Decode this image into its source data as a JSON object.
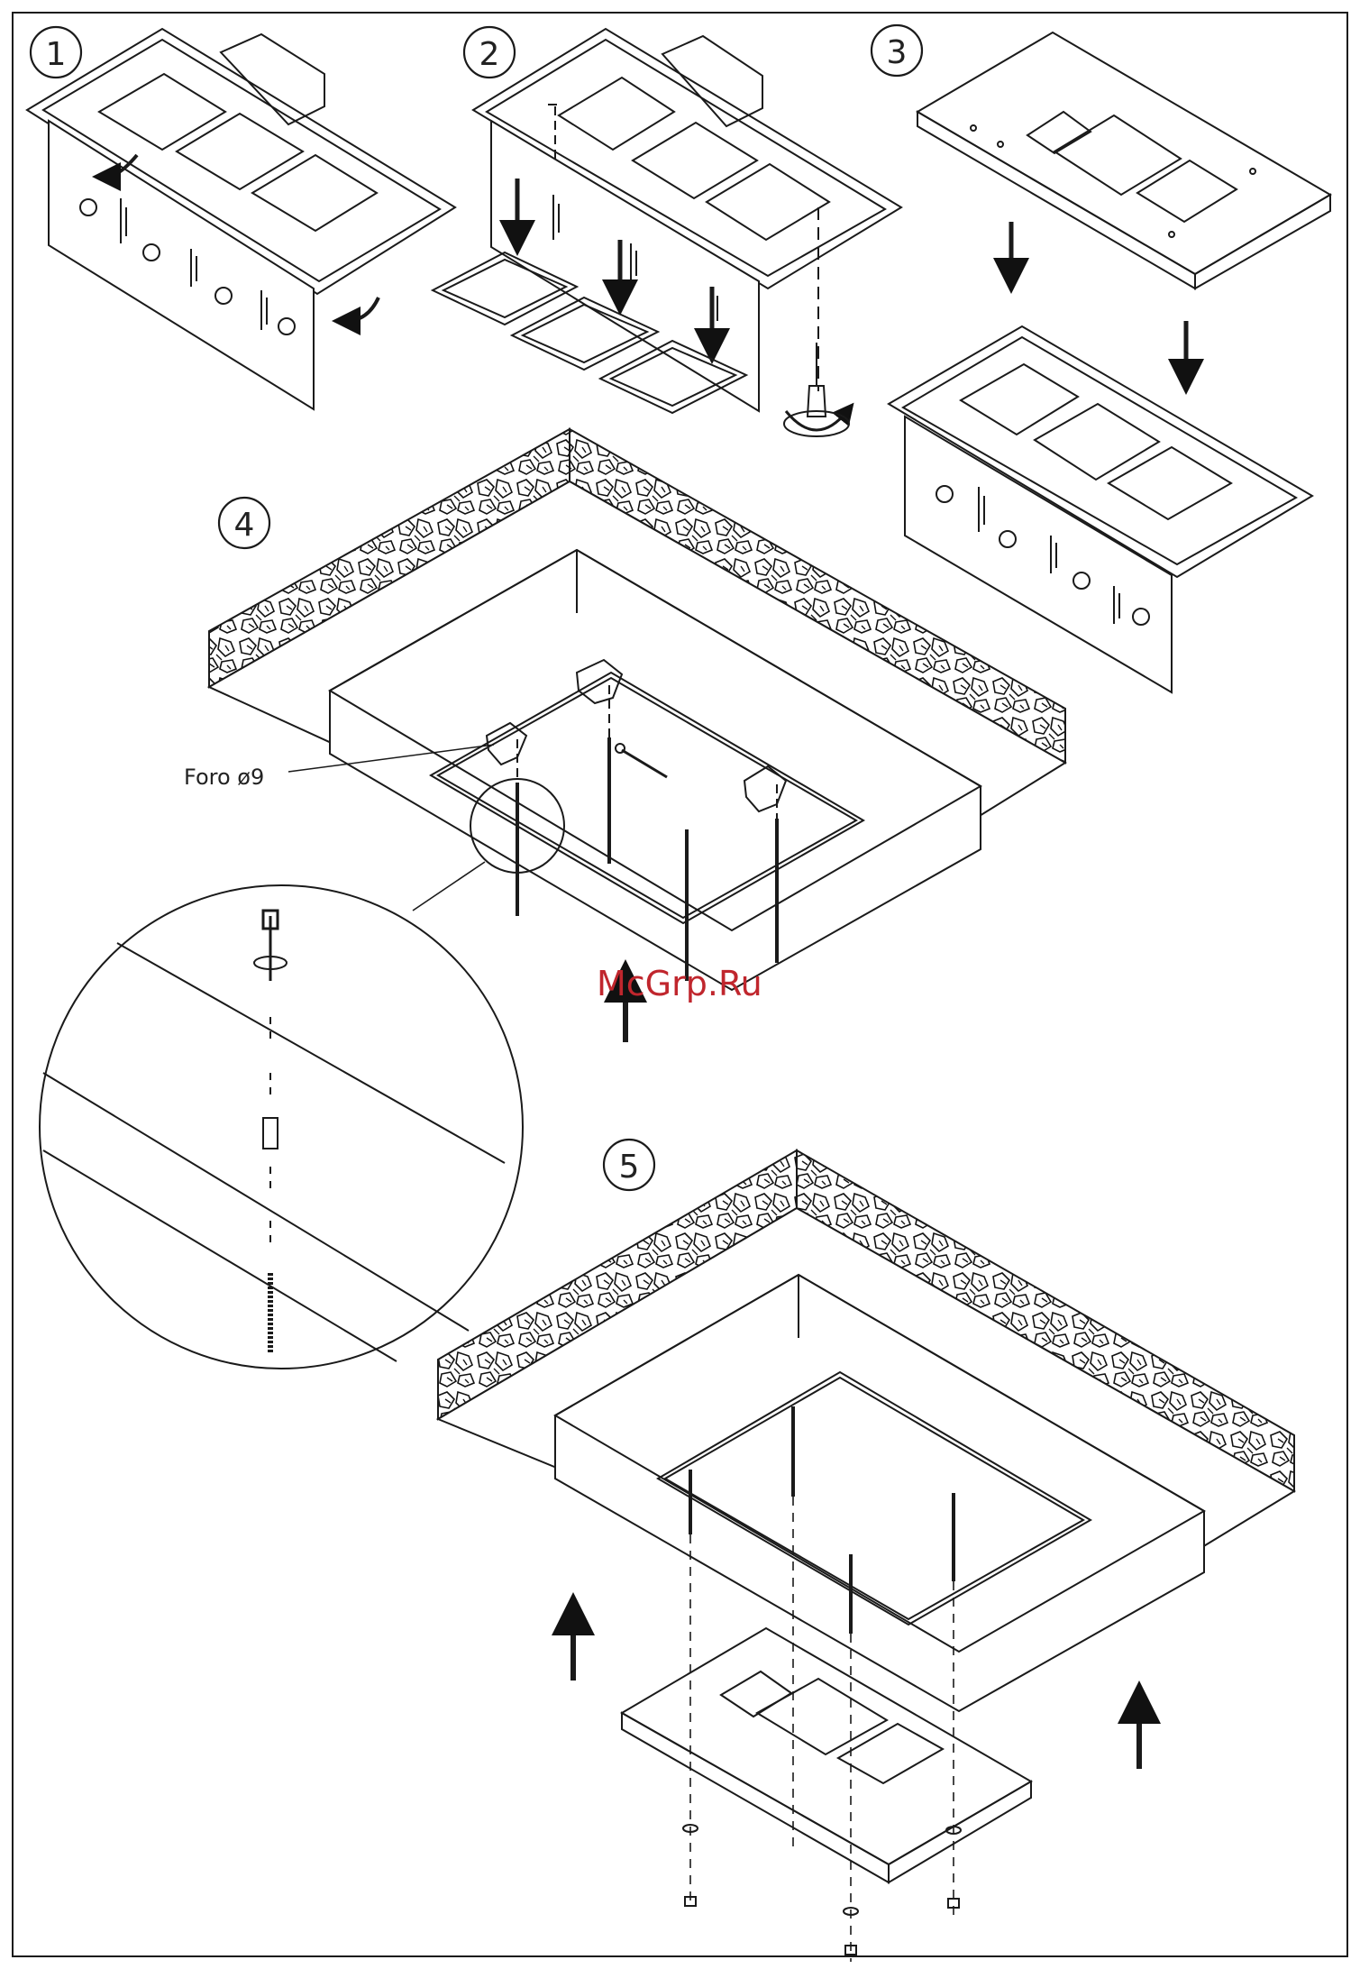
{
  "steps": [
    {
      "num": "1"
    },
    {
      "num": "2"
    },
    {
      "num": "3"
    },
    {
      "num": "4"
    },
    {
      "num": "5"
    }
  ],
  "labels": {
    "hole": "Foro  ø9"
  },
  "watermark": {
    "text": "McGrp.Ru",
    "color": "#c0262d"
  },
  "colors": {
    "line": "#1a1a1a",
    "paper": "#ffffff"
  }
}
